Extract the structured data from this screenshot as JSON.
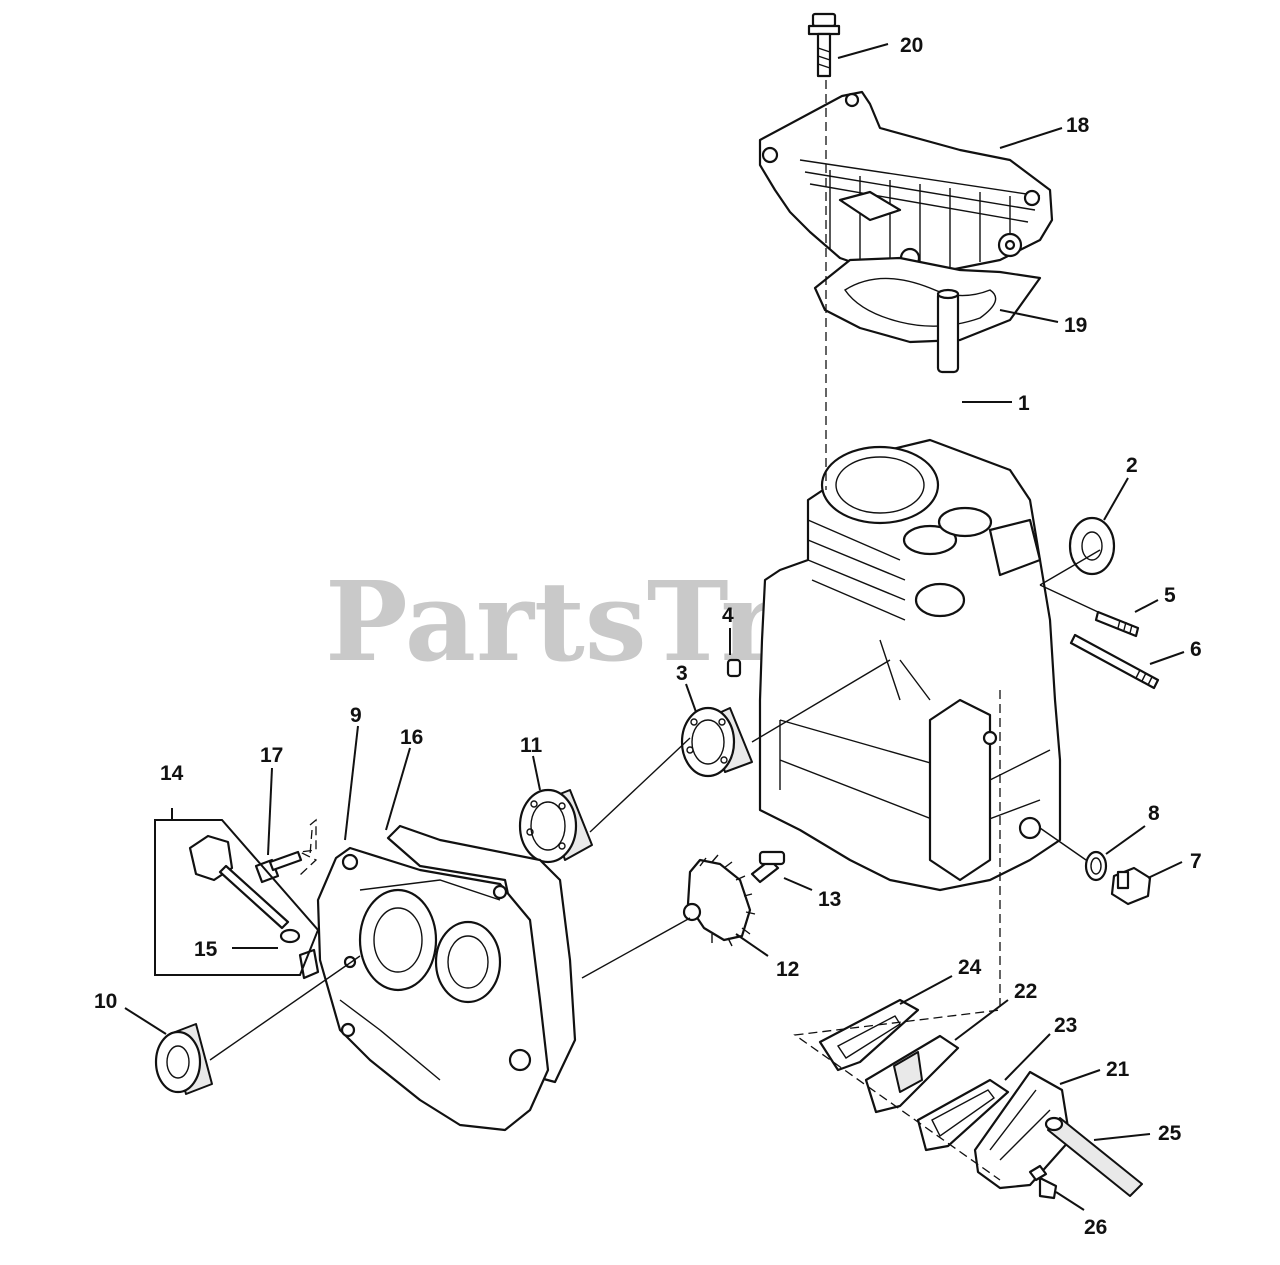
{
  "watermark": "PartsTree",
  "callouts": {
    "c1": "1",
    "c2": "2",
    "c3": "3",
    "c4": "4",
    "c5": "5",
    "c6": "6",
    "c7": "7",
    "c8": "8",
    "c9": "9",
    "c10": "10",
    "c11": "11",
    "c12": "12",
    "c13": "13",
    "c14": "14",
    "c15": "15",
    "c16": "16",
    "c17": "17",
    "c18": "18",
    "c19": "19",
    "c20": "20",
    "c21": "21",
    "c22": "22",
    "c23": "23",
    "c24": "24",
    "c25": "25",
    "c26": "26"
  }
}
